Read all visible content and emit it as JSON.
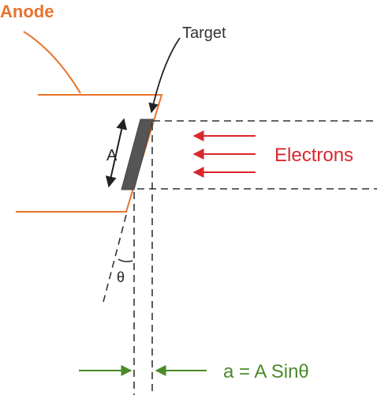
{
  "labels": {
    "anode": "Anode",
    "target": "Target",
    "electrons": "Electrons",
    "a": "A",
    "theta": "θ",
    "formula": "a = A Sinθ"
  },
  "colors": {
    "anode": "#e8732d",
    "electrons": "#d9272e",
    "formula": "#4a8a2a",
    "line": "#333333",
    "target_fill": "#555555"
  }
}
